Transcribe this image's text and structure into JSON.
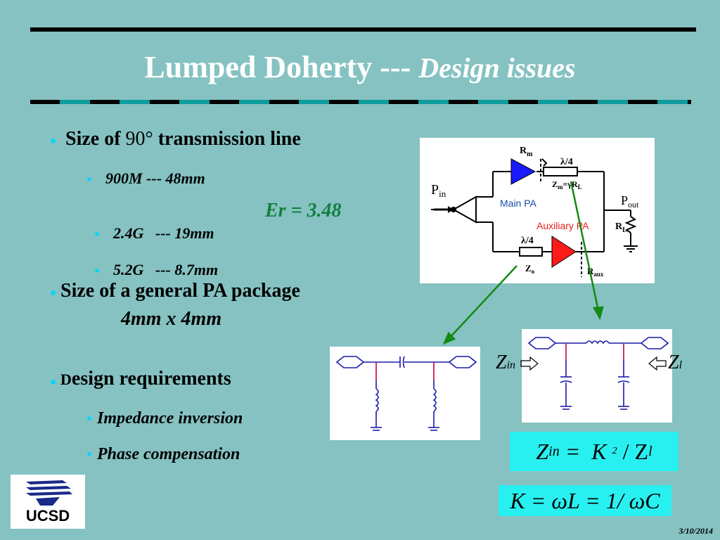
{
  "slide": {
    "title_main": "Lumped Doherty --- ",
    "title_sub": "Design issues",
    "date": "3/10/2014"
  },
  "bullets": {
    "b1": {
      "prefix": "Size of ",
      "mid": "90°",
      "suffix": " transmission line"
    },
    "b1_items": [
      "900M --- 48mm",
      "2.4G   --- 19mm",
      "5.2G   --- 8.7mm"
    ],
    "er": "Er = 3.48",
    "b2": "Size of a general PA package",
    "b2_detail": "4mm x 4mm",
    "b3_first": "D",
    "b3_rest": "esign requirements",
    "b3_items": [
      "Impedance inversion",
      "Phase compensation"
    ]
  },
  "schematic": {
    "rm": "R",
    "rm_sub": "m",
    "lambda_top": "λ/4",
    "pin": "P",
    "pin_sub": "in",
    "zm": "Z",
    "zm_sub": "m",
    "zm_eq": "=γR",
    "zm_l": "L",
    "main_pa": "Main PA",
    "aux_pa": "Auxiliary PA",
    "pout": "P",
    "pout_sub": "out",
    "rl": "R",
    "rl_sub": "L",
    "lambda_bot": "λ/4",
    "zo": "Z",
    "zo_sub": "o",
    "raux": "R",
    "raux_sub": "aux"
  },
  "equations": {
    "zin": "Z",
    "zin_sub": "in",
    "zl": "Z",
    "zl_sub": "l",
    "eq1_lhs": "Z",
    "eq1_lhs_sub": "in",
    "eq1_rest": " =  K ",
    "eq1_sup": "2",
    "eq1_div": " / Z",
    "eq1_sub": "l",
    "eq2": "K = ωL = 1/ ωC"
  },
  "logo": {
    "text": "UCSD"
  },
  "colors": {
    "background": "#86c2c2",
    "bullet": "#00d4ff",
    "er": "#127f3d",
    "main_pa": "#1a1aff",
    "aux_pa": "#ff1a1a",
    "eq_bg": "#29f0f0",
    "arrow": "#138a13"
  }
}
